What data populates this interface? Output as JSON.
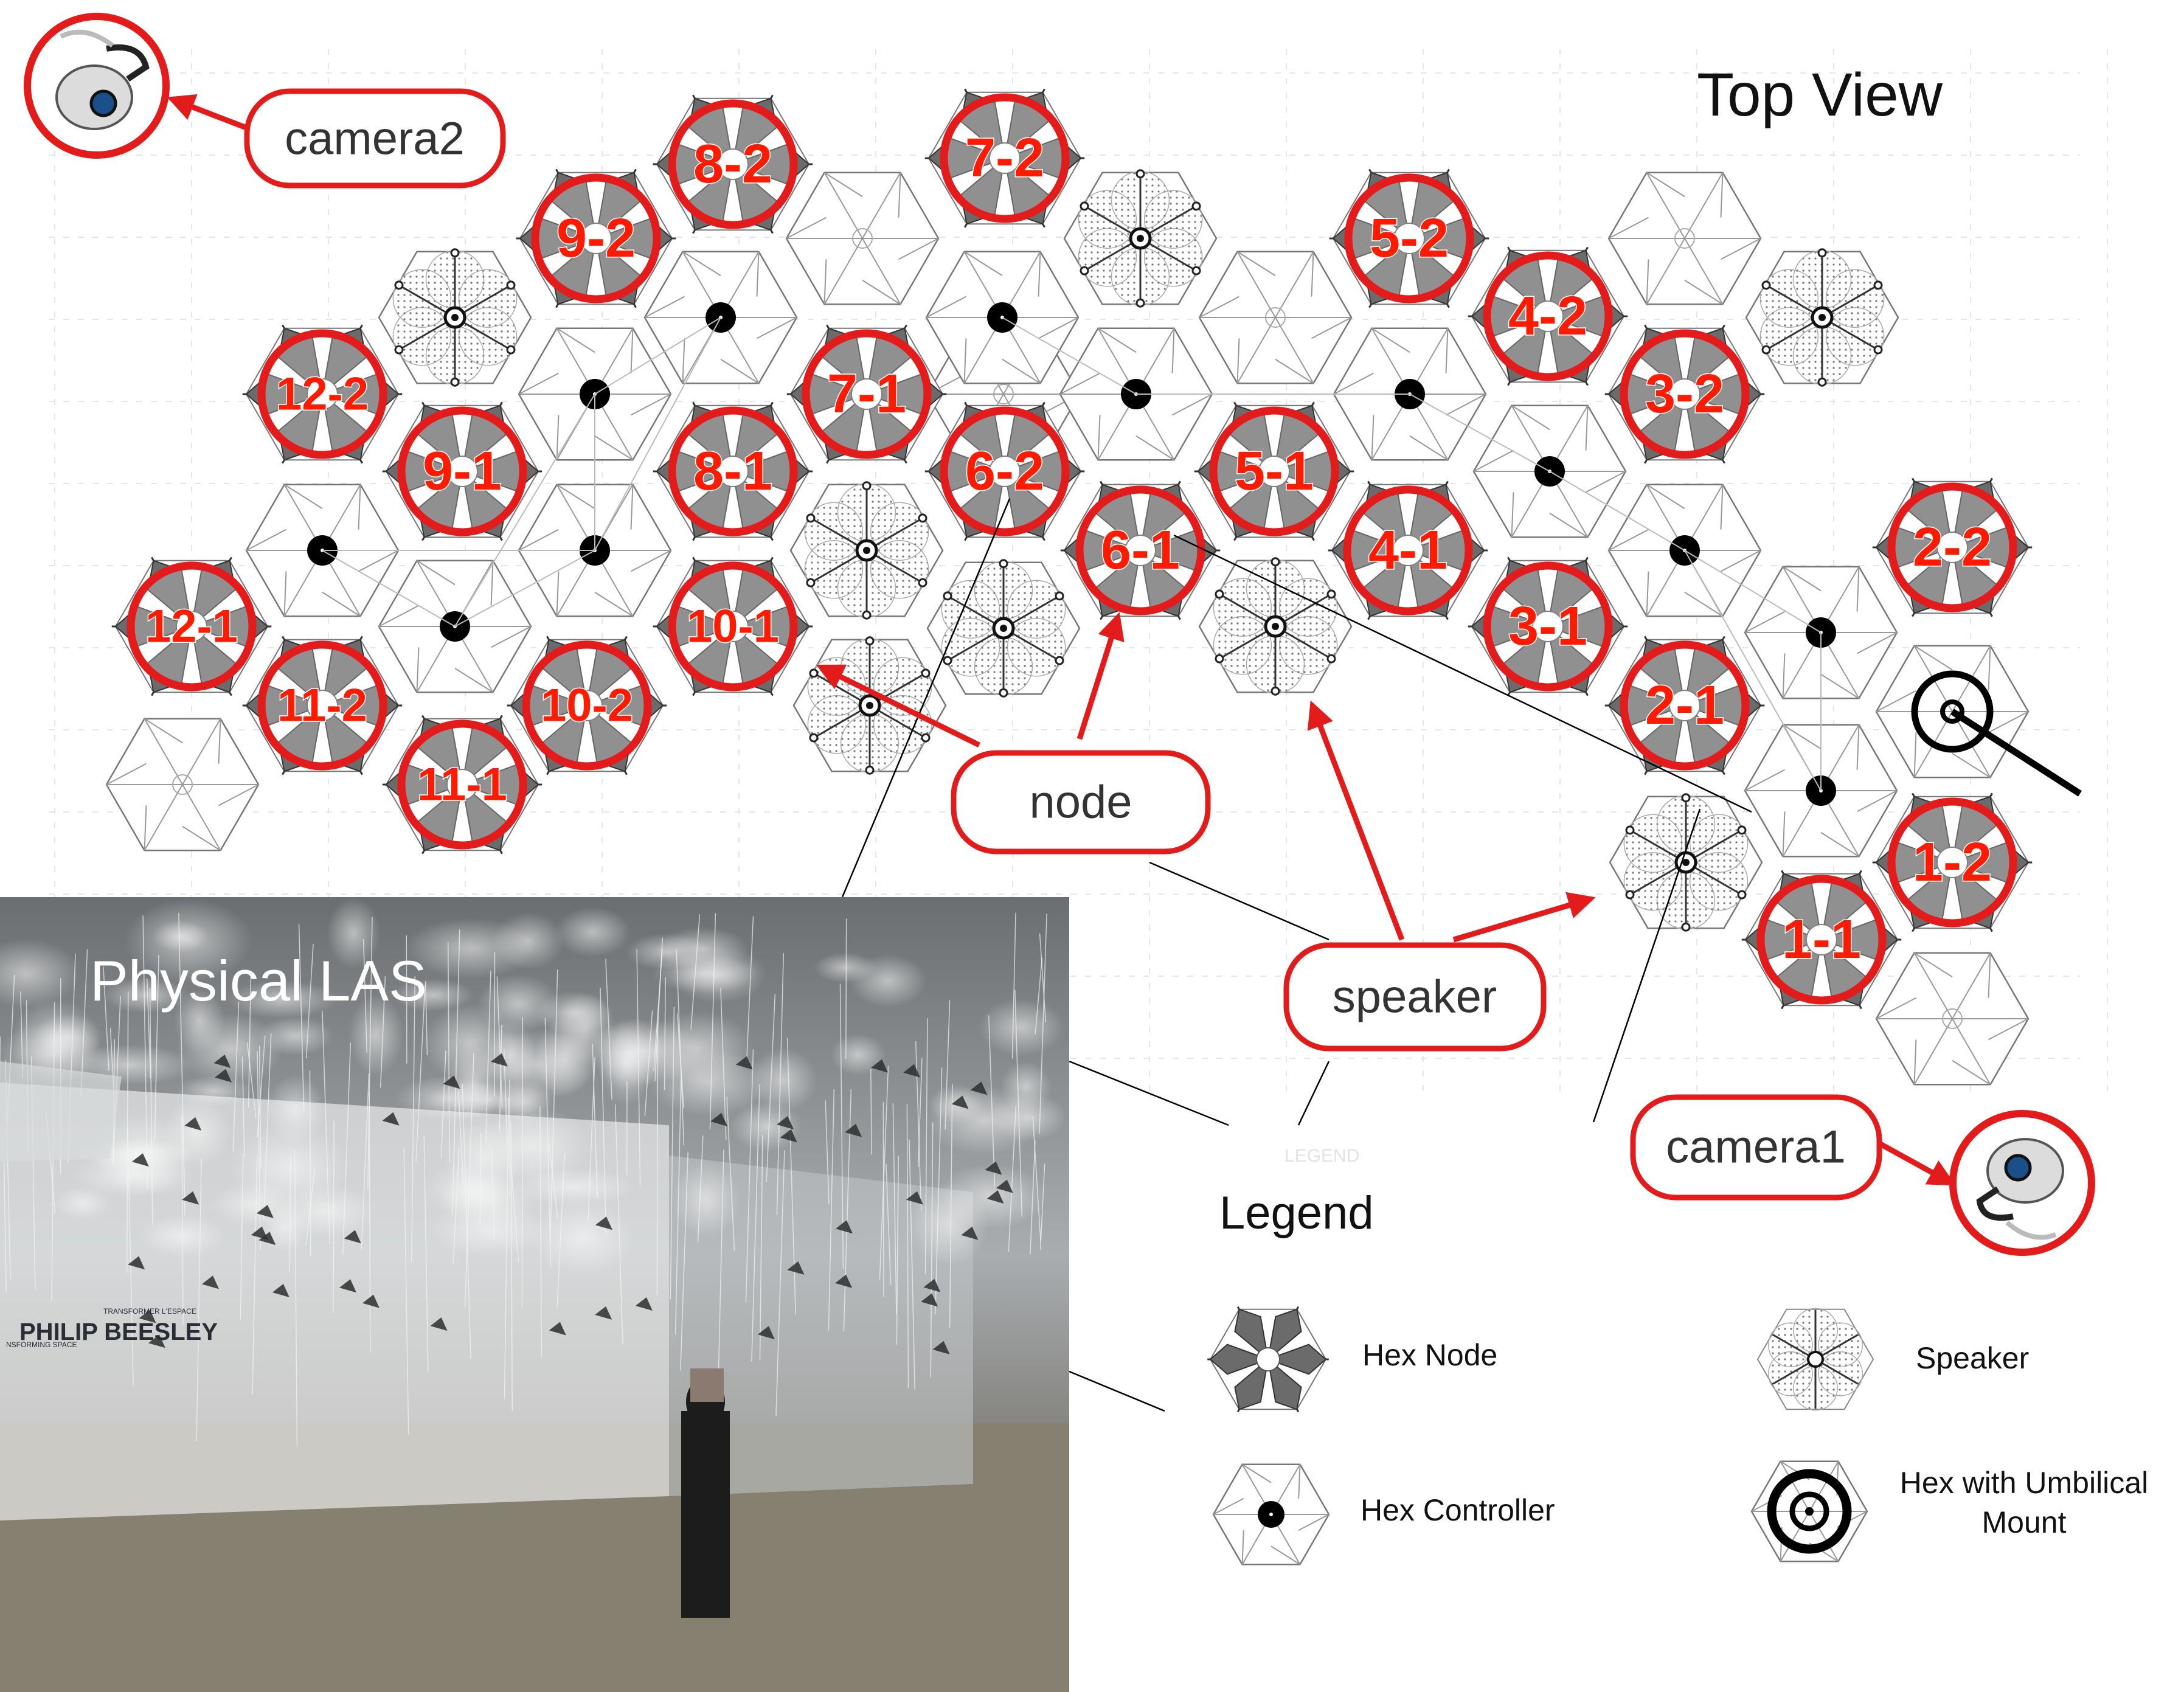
{
  "title": "Top View",
  "hex_nodes": [
    "1-1",
    "1-2",
    "2-1",
    "2-2",
    "3-1",
    "3-2",
    "4-1",
    "4-2",
    "5-1",
    "5-2",
    "6-1",
    "6-2",
    "7-1",
    "7-2",
    "8-1",
    "8-2",
    "9-1",
    "9-2",
    "10-1",
    "10-2",
    "11-1",
    "11-2",
    "12-1",
    "12-2"
  ],
  "callouts": {
    "camera2": "camera2",
    "camera1": "camera1",
    "node": "node",
    "speaker": "speaker"
  },
  "photo": {
    "label": "Physical LAS",
    "wall_text_1": "PHILIP BEESLEY",
    "wall_text_2": "TRANSFORMER L'ESPACE",
    "wall_text_3": "NSFORMING SPACE"
  },
  "faint_legend_text": "LEGEND",
  "legend": {
    "title": "Legend",
    "hex_node": "Hex Node",
    "speaker": "Speaker",
    "hex_controller": "Hex Controller",
    "umbilical_line1": "Hex with Umbilical",
    "umbilical_line2": "Mount"
  },
  "colors": {
    "accent_red": "#ff1a00",
    "outline_red": "#e31b1b",
    "node_gray": "#6b6b6b",
    "controller_black": "#000000"
  },
  "icons": [
    "camera-icon",
    "arrow-icon",
    "hex-node-icon",
    "speaker-icon",
    "hex-controller-icon",
    "umbilical-mount-icon"
  ]
}
